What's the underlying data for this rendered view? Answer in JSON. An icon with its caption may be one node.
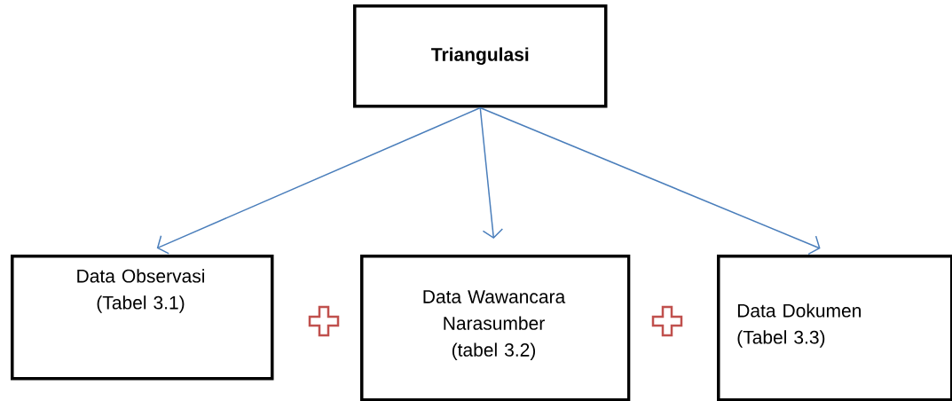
{
  "diagram": {
    "nodes": [
      {
        "text": [
          "Triangulasi"
        ]
      },
      {
        "text": [
          "Data Observasi (Tabel 3.1)"
        ]
      },
      {
        "text": [
          "Data Wawancara Narasumber (tabel 3.2)"
        ]
      },
      {
        "text": [
          "Data Dokumen (Tabel 3.3)"
        ]
      }
    ],
    "edges": [
      {
        "from": 0,
        "to": 1,
        "arrow": "to"
      },
      {
        "from": 0,
        "to": 2,
        "arrow": "to"
      },
      {
        "from": 0,
        "to": 3,
        "arrow": "to"
      }
    ]
  }
}
